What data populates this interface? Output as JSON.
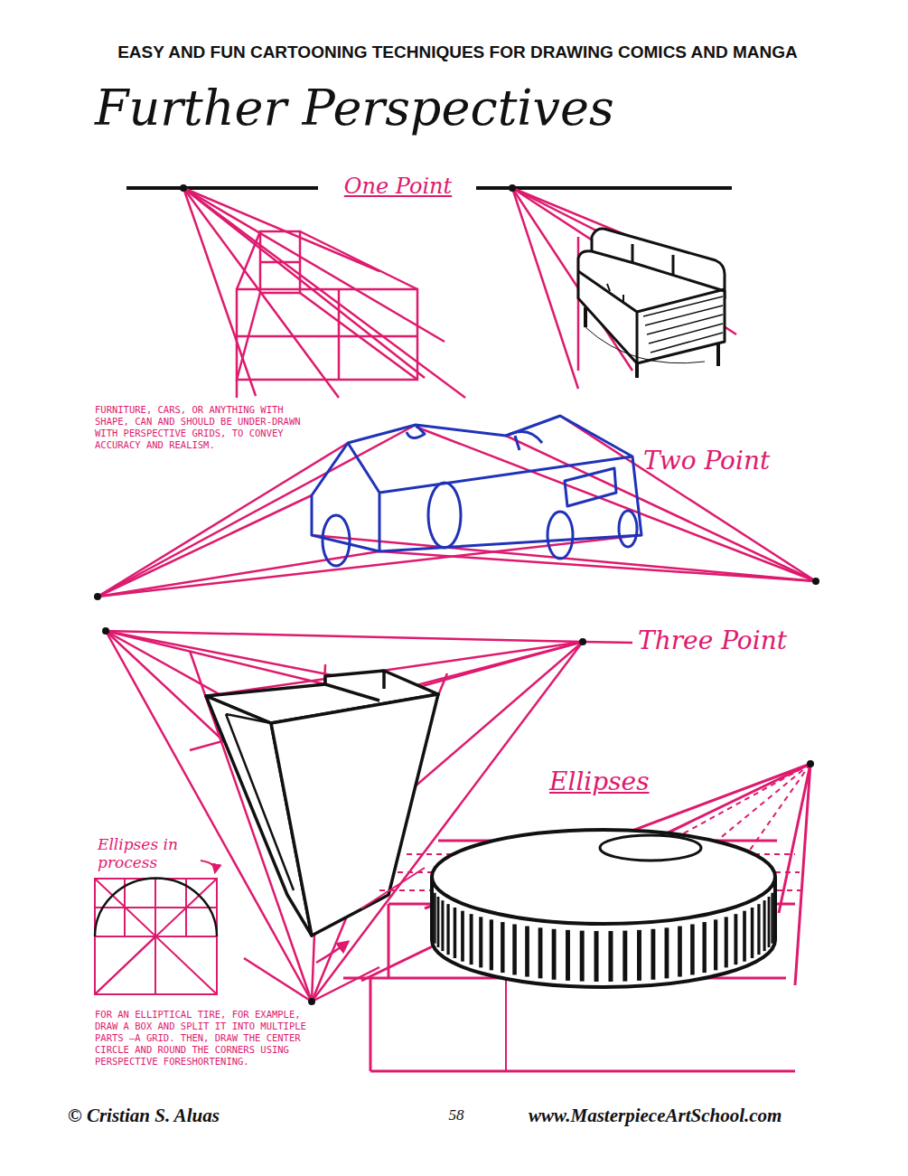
{
  "diagram": {
    "title": "Further Perspectives",
    "labels": [
      "EASY AND FUN CARTOONING TECHNIQUES FOR DRAWING COMICS AND MANGA",
      "One Point",
      "FURNITURE, CARS, OR ANYTHING WITH SHAPE, CAN AND SHOULD BE UNDER-DRAWN WITH PERSPECTIVE GRIDS, TO CONVEY ACCURACY AND REALISM.",
      "Two Point",
      "Three Point",
      "Ellipses",
      "Ellipses in process",
      "FOR AN ELLIPTICAL TIRE, FOR EXAMPLE, DRAW A BOX AND SPLIT IT INTO MULTIPLE PARTS –A GRID. THEN, DRAW THE CENTER CIRCLE AND ROUND THE CORNERS USING PERSPECTIVE FORESHORTENING.",
      "© Cristian S. Aluas",
      "58",
      "www.MasterpieceArtSchool.com"
    ]
  }
}
